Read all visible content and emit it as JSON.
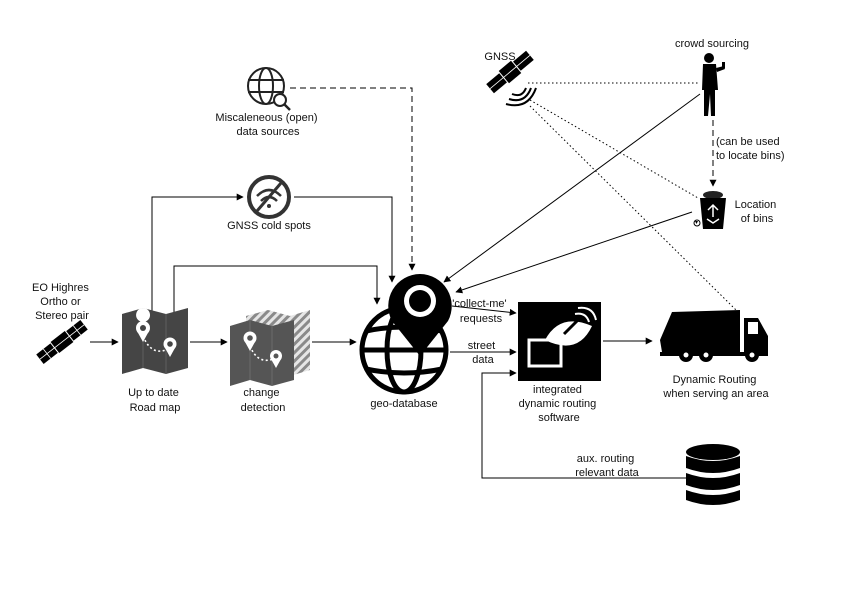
{
  "labels": {
    "eo": [
      "EO Highres",
      "Ortho or",
      "Stereo pair"
    ],
    "road_map": [
      "Up to date",
      "Road map"
    ],
    "change_detection": [
      "change",
      "detection"
    ],
    "misc": [
      "Miscaleneous (open)",
      "data sources"
    ],
    "gnss_cold": "GNSS cold spots",
    "gnss": "GNSS",
    "crowd": "crowd sourcing",
    "locate_note": [
      "(can be used",
      "to locate bins)"
    ],
    "bins": [
      "Location",
      "of bins"
    ],
    "geo_db": "geo-database",
    "collect": [
      "'collect-me'",
      "requests"
    ],
    "street": [
      "street",
      "data"
    ],
    "software": [
      "integrated",
      "dynamic routing",
      "software"
    ],
    "dynamic_routing": [
      "Dynamic Routing",
      "when serving an area"
    ],
    "aux": [
      "aux. routing",
      "relevant data"
    ]
  },
  "icons": [
    "satellite-icon",
    "road-map-icon",
    "change-detection-icon",
    "globe-search-icon",
    "wifi-off-icon",
    "gnss-satellite-icon",
    "person-phone-icon",
    "recycle-bin-icon",
    "geo-database-icon",
    "satellite-dish-icon",
    "garbage-truck-icon",
    "database-icon"
  ]
}
